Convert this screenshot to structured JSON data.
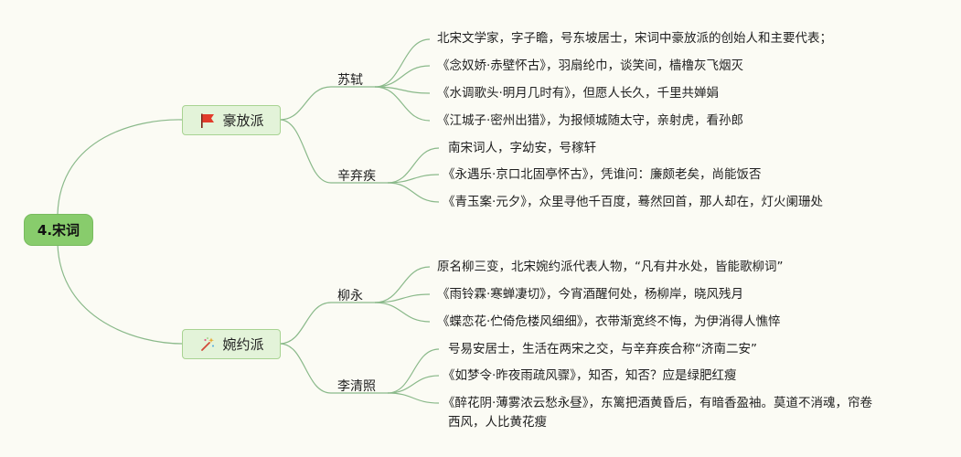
{
  "root": {
    "label": "4.宋词"
  },
  "schools": [
    {
      "label": "豪放派",
      "icon": "red-flag-icon",
      "poets": [
        {
          "name": "苏轼",
          "items": [
            "北宋文学家，字子瞻，号东坡居士，宋词中豪放派的创始人和主要代表；",
            "《念奴娇·赤壁怀古》，羽扇纶巾，谈笑间，樯橹灰飞烟灭",
            "《水调歌头·明月几时有》，但愿人长久，千里共婵娟",
            "《江城子·密州出猎》，为报倾城随太守，亲射虎，看孙郎"
          ]
        },
        {
          "name": "辛弃疾",
          "items": [
            "南宋词人，字幼安，号稼轩",
            "《永遇乐·京口北固亭怀古》，凭谁问：廉颇老矣，尚能饭否",
            "《青玉案·元夕》，众里寻他千百度，蓦然回首，那人却在，灯火阑珊处"
          ]
        }
      ]
    },
    {
      "label": "婉约派",
      "icon": "sparkle-wand-icon",
      "poets": [
        {
          "name": "柳永",
          "items": [
            "原名柳三变，北宋婉约派代表人物，“凡有井水处，皆能歌柳词”",
            "《雨铃霖·寒蝉凄切》，今宵酒醒何处，杨柳岸，晓风残月",
            "《蝶恋花·伫倚危楼风细细》，衣带渐宽终不悔，为伊消得人憔悴"
          ]
        },
        {
          "name": "李清照",
          "items": [
            "号易安居士，生活在两宋之交，与辛弃疾合称“济南二安”",
            "《如梦令·昨夜雨疏风骤》，知否，知否？应是绿肥红瘦",
            "《醉花阴·薄雾浓云愁永昼》，东篱把酒黄昏后，有暗香盈袖。莫道不消魂，帘卷",
            "西风，人比黄花瘦"
          ]
        }
      ]
    }
  ]
}
